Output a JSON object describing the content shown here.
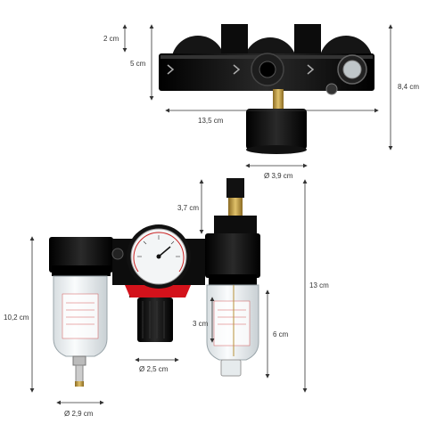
{
  "top_view": {
    "dims": {
      "top_offset": "2 cm",
      "body_height": "5 cm",
      "total_height": "8,4 cm",
      "width": "13,5 cm",
      "gauge_diameter": "Ø 3,9 cm"
    }
  },
  "front_view": {
    "dims": {
      "lubricator_top": "3,7 cm",
      "total_height": "13 cm",
      "filter_height": "10,2 cm",
      "bowl_height": "6 cm",
      "knob_height": "3 cm",
      "knob_diameter": "Ø 2,5 cm",
      "drain_diameter": "Ø 2,9 cm"
    }
  },
  "colors": {
    "body": "#111111",
    "bowl": "#eef2f4",
    "accent_red": "#d3121b",
    "brass": "#b8923a",
    "dim_line": "#333333"
  }
}
